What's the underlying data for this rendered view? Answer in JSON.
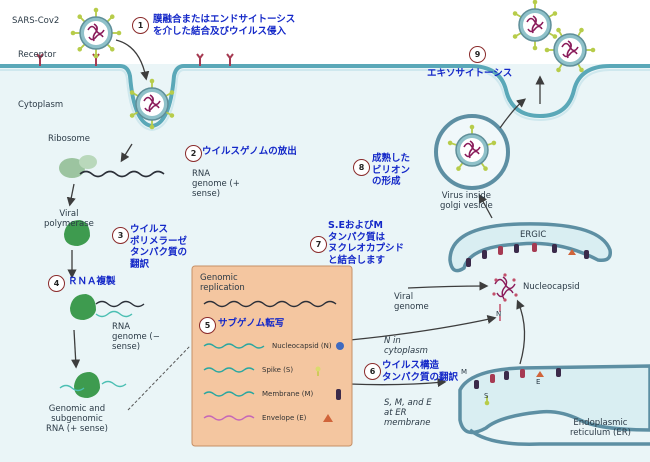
{
  "labels": {
    "virus": "SARS-Cov2",
    "receptor": "Receptor",
    "cytoplasm": "Cytoplasm",
    "ribosome": "Ribosome",
    "rna_genome_pos": "RNA\ngenome (+\nsense)",
    "viral_polymerase": "Viral\npolymerase",
    "rna_genome_neg": "RNA\ngenome (−\nsense)",
    "genomic_subgenomic": "Genomic and\nsubgenomic\nRNA (+ sense)",
    "genomic_replication": "Genomic\nreplication",
    "viral_genome": "Viral\ngenome",
    "n_in_cytoplasm": "N in\ncytoplasm",
    "sme_at_er": "S, M, and E\nat ER\nmembrane",
    "ergic": "ERGIC",
    "nucleocapsid": "Nucleocapsid",
    "virus_inside_golgi": "Virus inside\ngolgi vesicle",
    "er": "Endoplasmic\nreticulum (ER)",
    "n_letter": "N",
    "m_letter": "M",
    "s_letter": "S",
    "e_letter": "E"
  },
  "genes": {
    "nucleocapsid": "Nucleocapsid (N)",
    "spike": "Spike (S)",
    "membrane": "Membrane (M)",
    "envelope": "Envelope (E)"
  },
  "steps": [
    {
      "num": "1",
      "text": "膜融合またはエンドサイトーシス\nを介した結合及びウイルス侵入"
    },
    {
      "num": "2",
      "text": "ウイルスゲノムの放出"
    },
    {
      "num": "3",
      "text": "ウイルス\nポリメラーゼ\nタンパク質の\n翻訳"
    },
    {
      "num": "4",
      "text": "ＲＮＡ複製"
    },
    {
      "num": "5",
      "text": "サブゲノム転写"
    },
    {
      "num": "6",
      "text": "ウイルス構造\nタンパク質の翻訳"
    },
    {
      "num": "7",
      "text": "S.EおよびM\nタンパク質は\nヌクレオカプシド\nと結合します"
    },
    {
      "num": "8",
      "text": "成熟した\nビリオン\nの形成"
    },
    {
      "num": "9",
      "text": "エキソサイトーシス"
    }
  ],
  "colors": {
    "cell_membrane": "#5aa8b8",
    "cytoplasm": "#eaf5f7",
    "virus_envelope": "#8fc1c9",
    "spike": "#b7cc4a",
    "spike_membrane": "#a63a52",
    "rna": "#2b2f38",
    "polymerase": "#3e9b4f",
    "ribosome": "#9cc4a0",
    "panel": "#f4c6a0",
    "text_jp": "#1428c8",
    "er": "#5d8fa3"
  }
}
